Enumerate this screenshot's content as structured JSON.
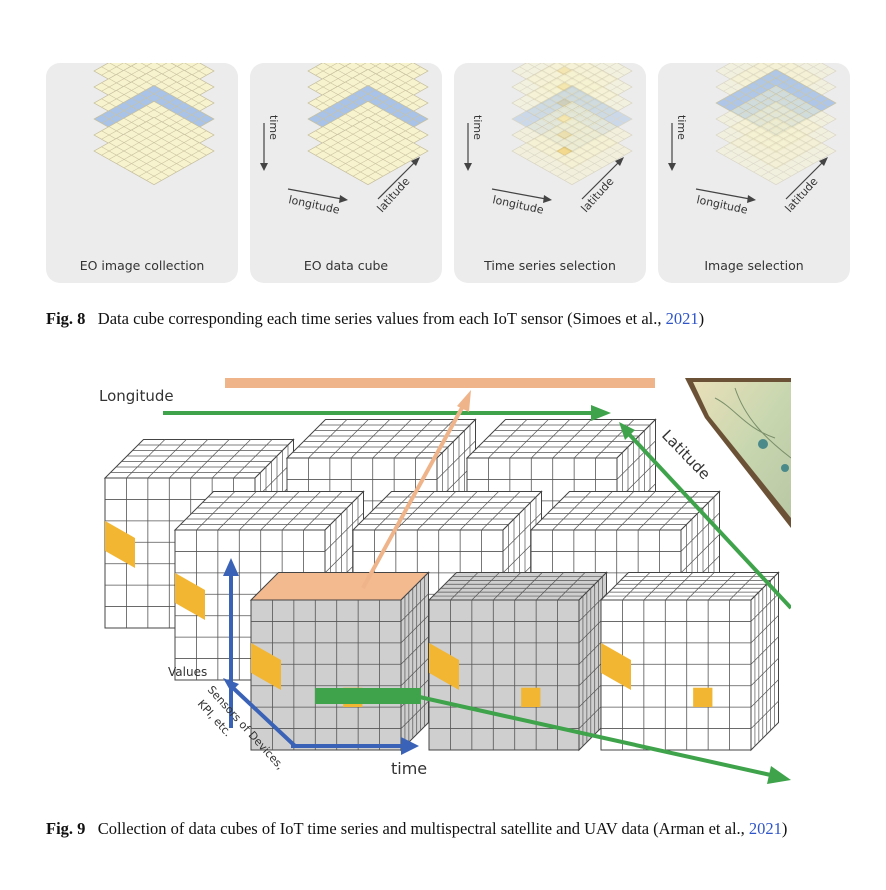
{
  "figure8": {
    "panels": [
      {
        "label": "EO image collection",
        "time": "",
        "longitude": "",
        "latitude": ""
      },
      {
        "label": "EO data cube",
        "time": "time",
        "longitude": "longitude",
        "latitude": "latitude"
      },
      {
        "label": "Time series selection",
        "time": "time",
        "longitude": "longitude",
        "latitude": "latitude"
      },
      {
        "label": "Image selection",
        "time": "time",
        "longitude": "longitude",
        "latitude": "latitude"
      }
    ],
    "caption": {
      "number": "Fig. 8",
      "text": "Data cube corresponding each time series values from each IoT sensor (Simoes et al., ",
      "year": "2021",
      "end": ")"
    }
  },
  "figure9": {
    "labels": {
      "longitude": "Longitude",
      "latitude": "Latitude",
      "values": "Values",
      "sensors_line1": "Sensors of Devices,",
      "sensors_line2": "KPI, etc.",
      "time": "time"
    },
    "colors": {
      "grid_line": "#555555",
      "yellow_band": "#f2b632",
      "highlight_cube": "#cfcfcf",
      "top_face": "#f3b98f",
      "green_arrow": "#3ea34a",
      "blue_arrow": "#3a62b6",
      "orange_arrow": "#f0b48a"
    },
    "caption": {
      "number": "Fig. 9",
      "text": "Collection of data cubes of IoT time series and multispectral satellite and UAV data (Arman et al., ",
      "year": "2021",
      "end": ")"
    }
  }
}
